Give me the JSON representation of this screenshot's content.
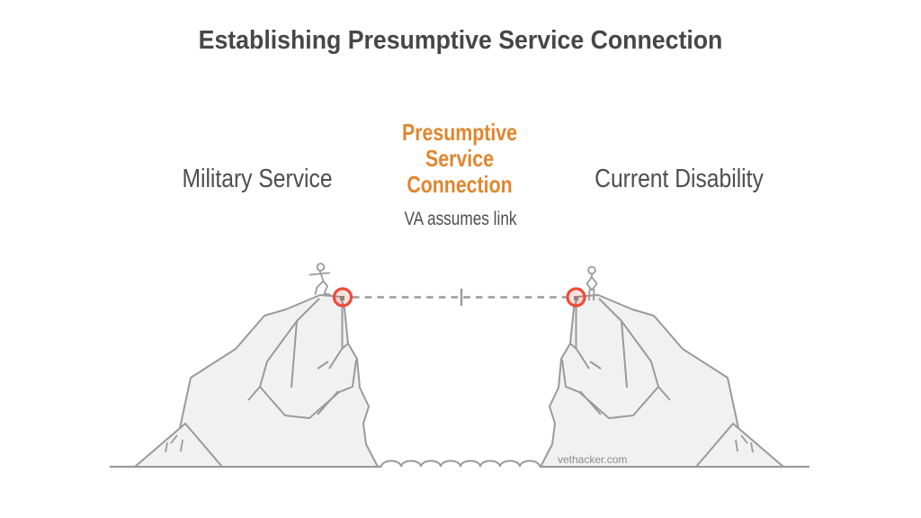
{
  "title": "Establishing Presumptive Service Connection",
  "labels": {
    "left": "Military Service",
    "center": "Presumptive Service Connection",
    "center_lines": [
      "Presumptive",
      "Service",
      "Connection"
    ],
    "sub": "VA assumes link",
    "right": "Current Disability"
  },
  "watermark": "vethacker.com",
  "colors": {
    "title": "#474747",
    "label": "#4e4e4e",
    "sub": "#4e4e4e",
    "accent_orange": "#e0862d",
    "anchor_red": "#ee4b3b",
    "anchor_fill": "rgba(238,75,59,0.16)",
    "piton_gray": "#8a8a8a",
    "line_gray": "#9a9a9a",
    "cliff_fill": "#f1f1f1",
    "watermark_gray": "#8a8a8a",
    "background": "#ffffff"
  },
  "diagram": {
    "left_cliff": "cliff-with-faceted-rock",
    "right_cliff": "mirrored-cliff-with-faceted-rock",
    "left_figure": "kneeling-climber",
    "right_figure": "standing-person",
    "connection": "dashed-line-with-midpoint-tick",
    "anchor_markers": "red-circled-pitons",
    "between_cliffs": "water-waves",
    "baseline": "ground-line"
  }
}
